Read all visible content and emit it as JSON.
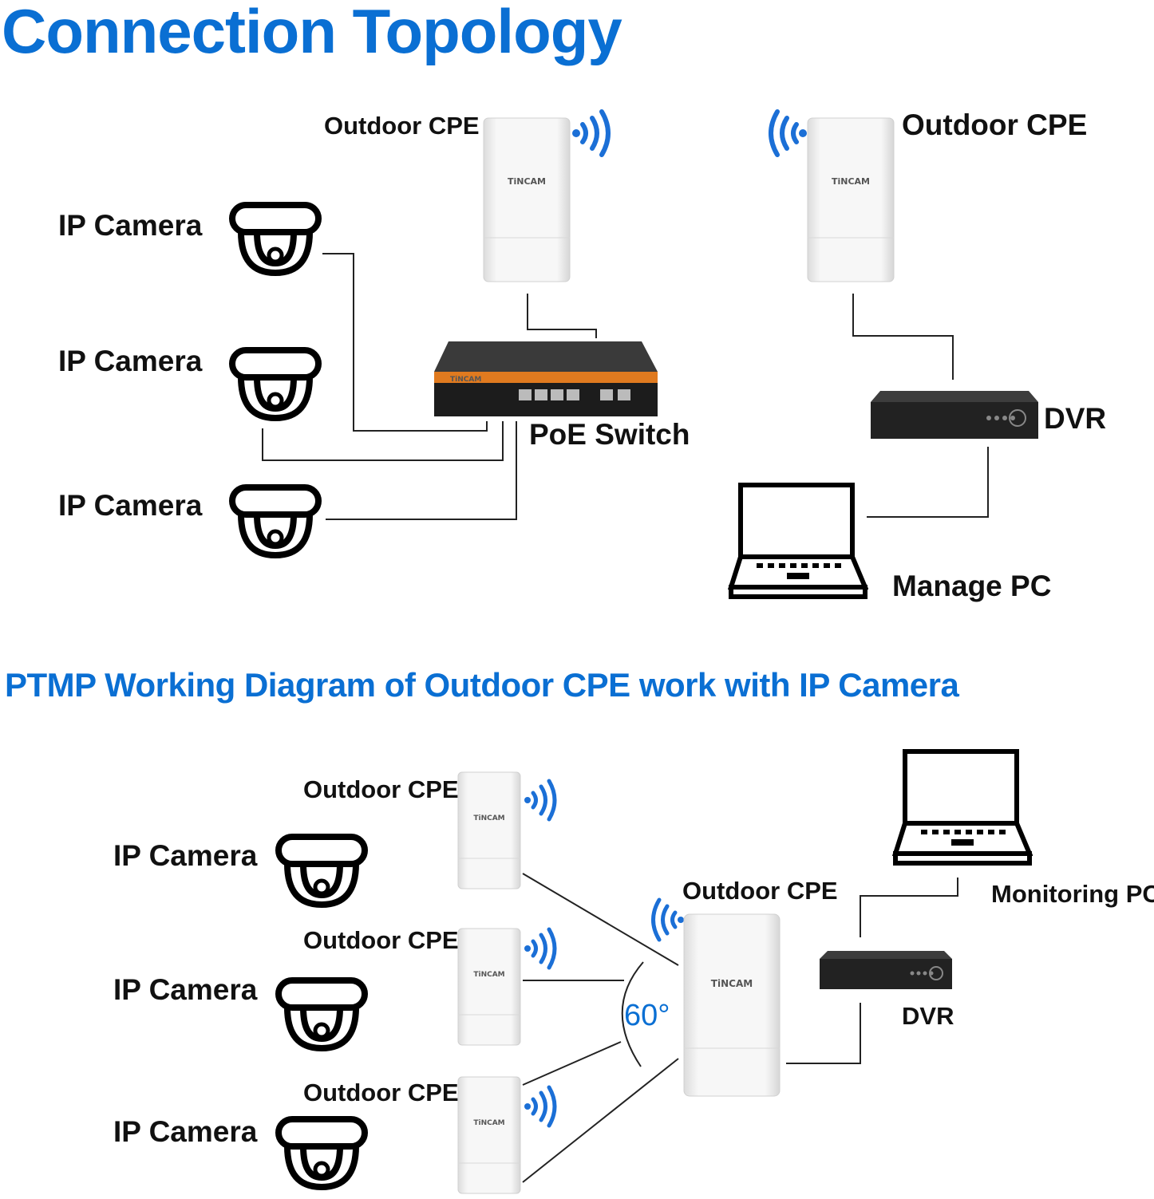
{
  "title": "Connection Topology",
  "subtitle": "PTMP Working Diagram of Outdoor CPE work with IP Camera",
  "colors": {
    "accent": "#0a6fd3",
    "switch_stripe": "#e07a1f",
    "device_body": "#f1f1f1"
  },
  "brand_mark": "TiNCAM",
  "top": {
    "cpe_left": "Outdoor CPE",
    "cpe_right": "Outdoor CPE",
    "camera_1": "IP Camera",
    "camera_2": "IP Camera",
    "camera_3": "IP Camera",
    "switch": "PoE Switch",
    "dvr": "DVR",
    "pc": "Manage PC"
  },
  "bottom": {
    "cpe_1": "Outdoor CPE",
    "cpe_2": "Outdoor CPE",
    "cpe_3": "Outdoor CPE",
    "cpe_center": "Outdoor CPE",
    "camera_1": "IP Camera",
    "camera_2": "IP Camera",
    "camera_3": "IP Camera",
    "angle": "60°",
    "pc": "Monitoring PC",
    "dvr": "DVR"
  },
  "icons": [
    "dome-camera-icon",
    "wifi-signal-icon",
    "laptop-icon",
    "dvr-icon",
    "poe-switch-icon"
  ]
}
